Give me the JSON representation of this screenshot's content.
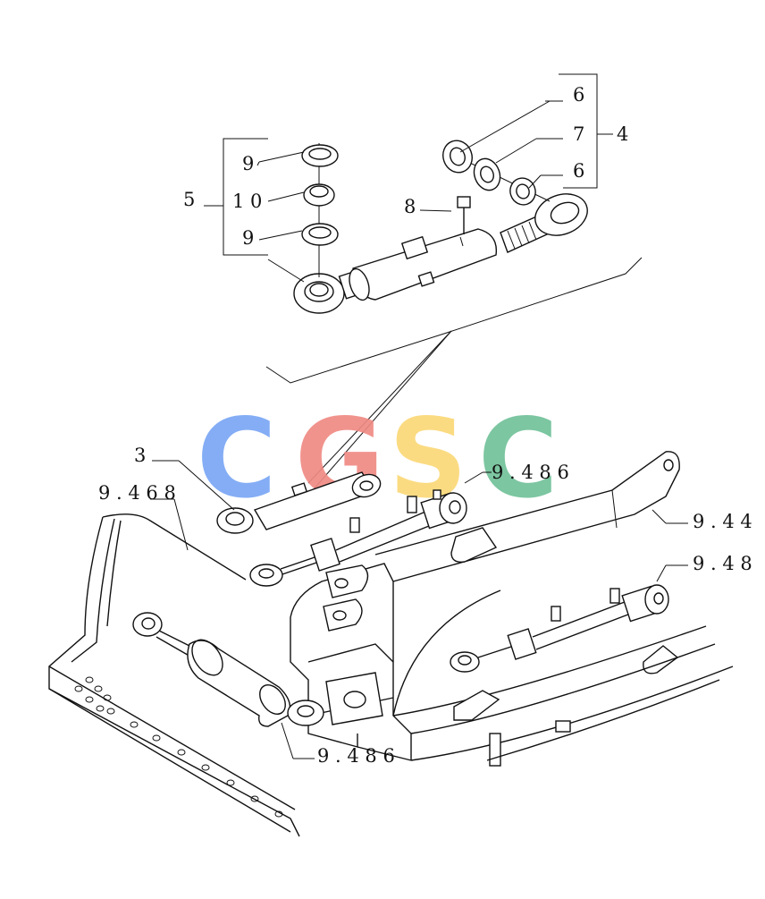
{
  "watermark": {
    "letters": [
      "C",
      "G",
      "S",
      "C"
    ],
    "colors": [
      "#7aa7f5",
      "#f08a84",
      "#fbd878",
      "#71c29a"
    ]
  },
  "callouts": {
    "c3": "3",
    "c4": "4",
    "c5": "5",
    "c6a": "6",
    "c6b": "6",
    "c7": "7",
    "c8": "8",
    "c9a": "9",
    "c9b": "9",
    "c10": "1 0",
    "ref_9468": "9 . 4 6 8",
    "ref_9486_top": "9 . 4 8 6",
    "ref_944": "9 . 4 4",
    "ref_948": "9 . 4 8",
    "ref_9486_bottom": "9 . 4 8 6"
  }
}
